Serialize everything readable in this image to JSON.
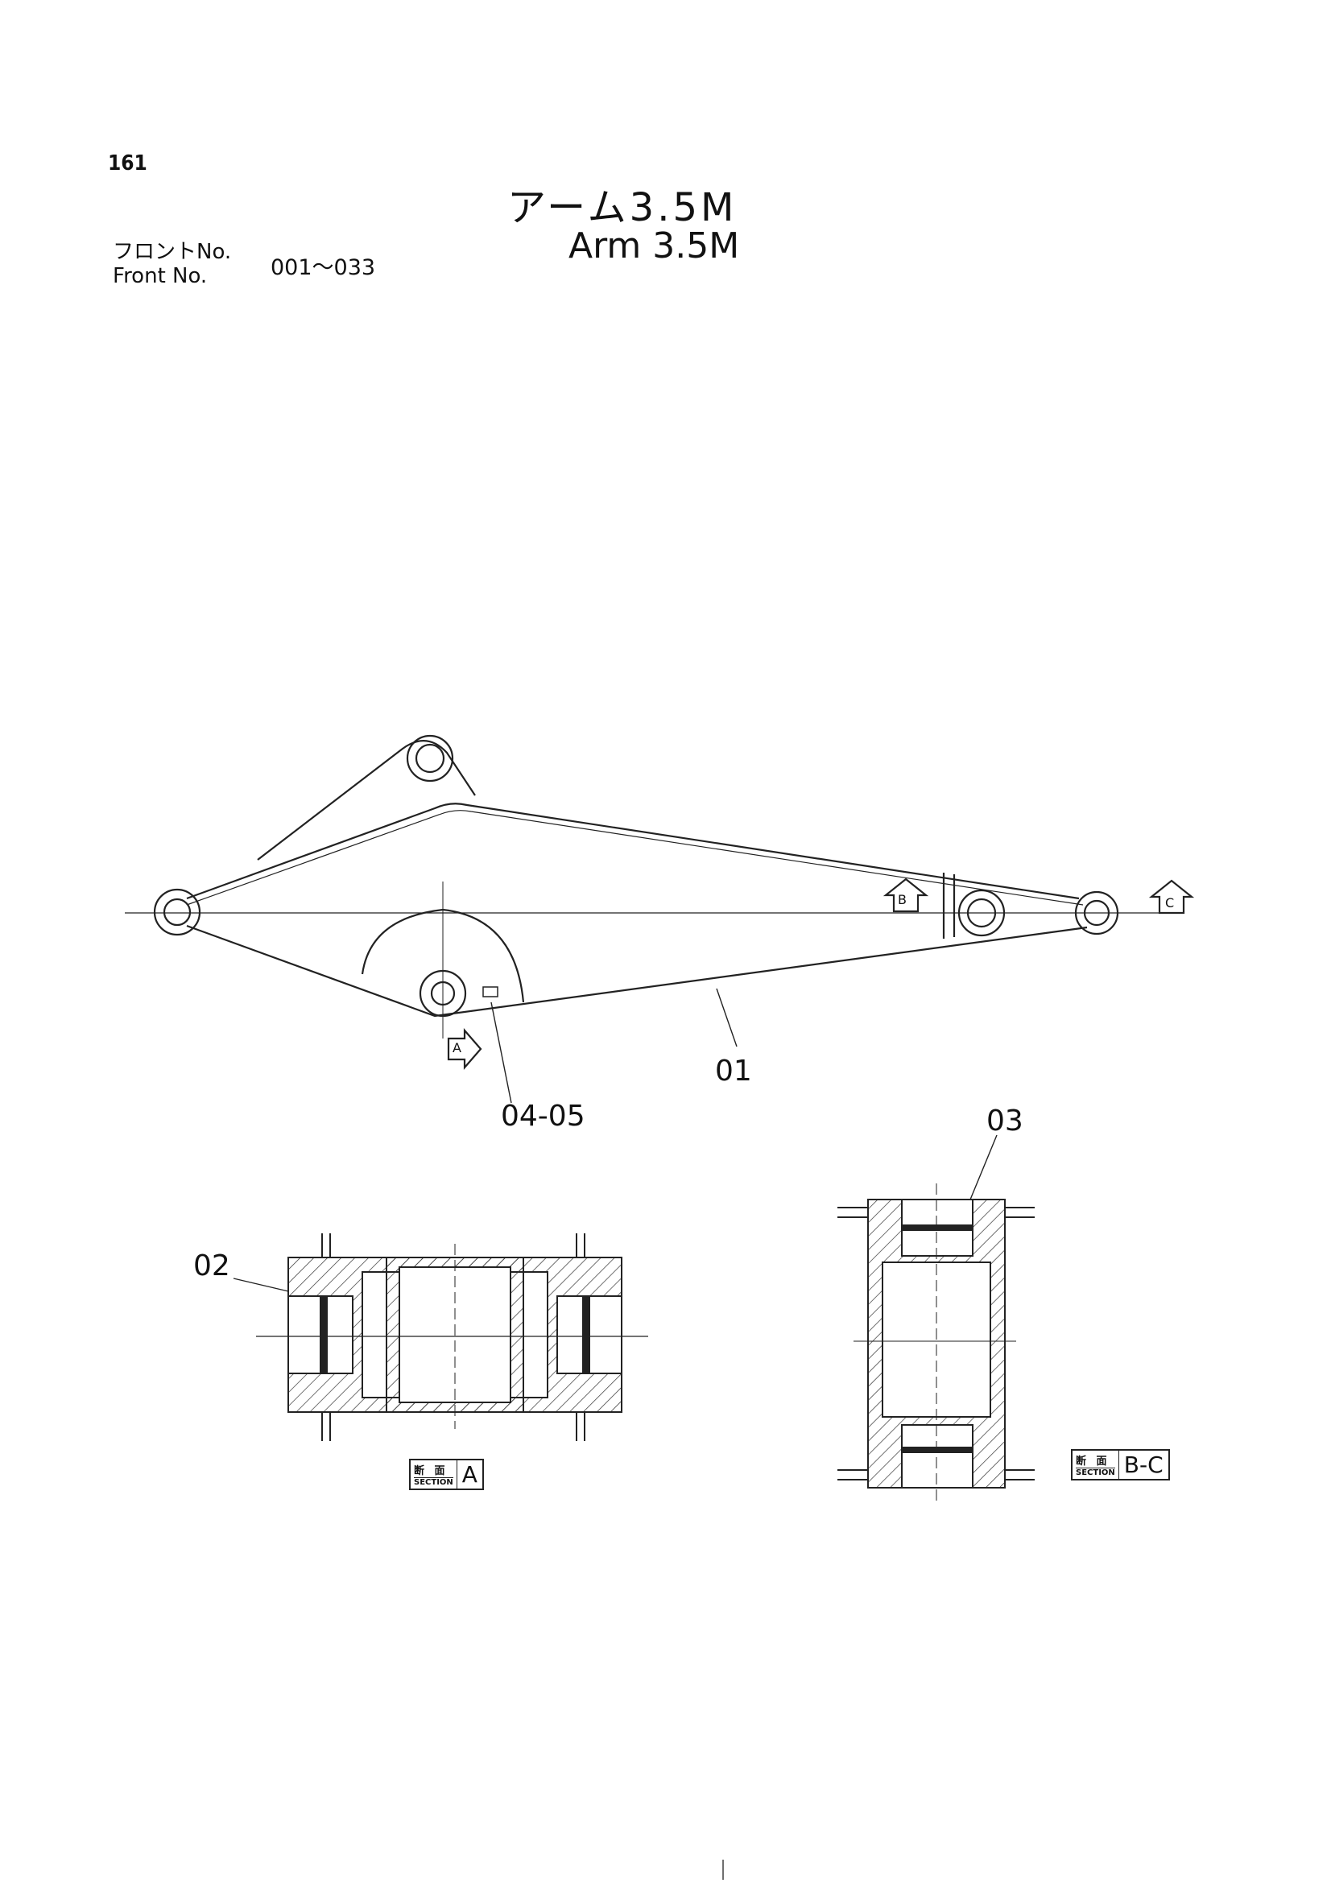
{
  "header": {
    "page_number": "161",
    "title_jp": "アーム3.5M",
    "title_en": "Arm 3.5M",
    "front_label_jp": "フロントNo.",
    "front_label_en": "Front  No.",
    "front_range": "001～033"
  },
  "callouts": {
    "arm": "01",
    "bushing_a": "02",
    "bushing_bc": "03",
    "fitting": "04-05"
  },
  "section_markers": {
    "a": "A",
    "b": "B",
    "c": "C"
  },
  "section_labels": {
    "jp": "断 面",
    "en": "SECTION",
    "a": "A",
    "bc": "B-C"
  }
}
